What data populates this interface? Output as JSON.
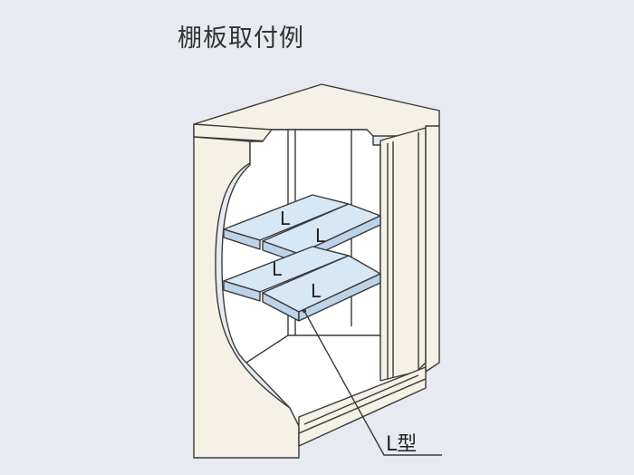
{
  "title": "棚板取付例",
  "shelf_labels": [
    "L",
    "L",
    "L",
    "L"
  ],
  "callout": "L型",
  "colors": {
    "background": "#e7eaf0",
    "cabinet": "#f6f1e6",
    "interior": "#ffffff",
    "shelf": "#d6e7f5",
    "line": "#3a3a3a"
  }
}
